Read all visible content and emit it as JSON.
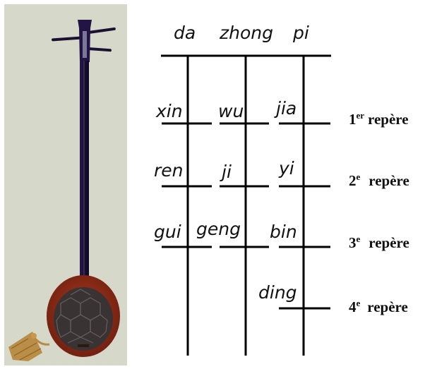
{
  "instrument": {
    "icon": "sanxian-lute-illustration",
    "colors": {
      "photo_background": "#cfd2c2",
      "neck": "#1b1035",
      "body_rim": "#8a2a16",
      "soundboard": "#3a3334",
      "tassel": "#b98a3f"
    }
  },
  "columns": {
    "labels": [
      "da",
      "zhong",
      "pi"
    ]
  },
  "frets": [
    {
      "syllables": [
        "xin",
        "wu",
        "jia"
      ],
      "repere": {
        "num": "1",
        "sup": "er",
        "word": "repère"
      }
    },
    {
      "syllables": [
        "ren",
        "ji",
        "yi"
      ],
      "repere": {
        "num": "2",
        "sup": "e",
        "word": "repère"
      }
    },
    {
      "syllables": [
        "gui",
        "geng",
        "bin"
      ],
      "repere": {
        "num": "3",
        "sup": "e",
        "word": "repère"
      }
    },
    {
      "syllables": [
        "",
        "",
        "ding"
      ],
      "repere": {
        "num": "4",
        "sup": "e",
        "word": "repère"
      }
    }
  ]
}
